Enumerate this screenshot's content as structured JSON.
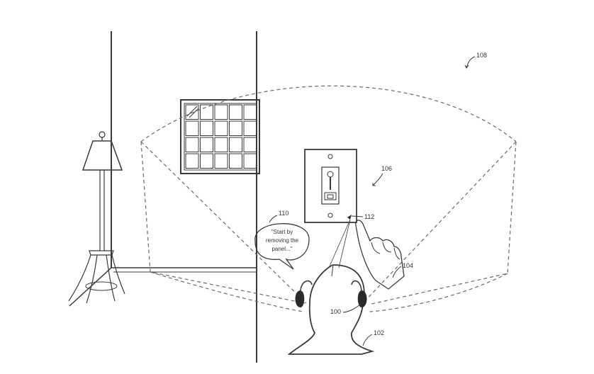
{
  "figure": {
    "ref_field_of_view": "108",
    "ref_light_switch": "106",
    "ref_speech_bubble": "110",
    "ref_screw": "112",
    "ref_hand": "104",
    "ref_device": "100",
    "ref_user": "102",
    "speech_text": [
      "\"Start by",
      "removing the",
      "panel...\""
    ]
  },
  "colors": {
    "line": "#3a3a3a",
    "dashed": "#6a6a6a",
    "background": "#ffffff"
  }
}
